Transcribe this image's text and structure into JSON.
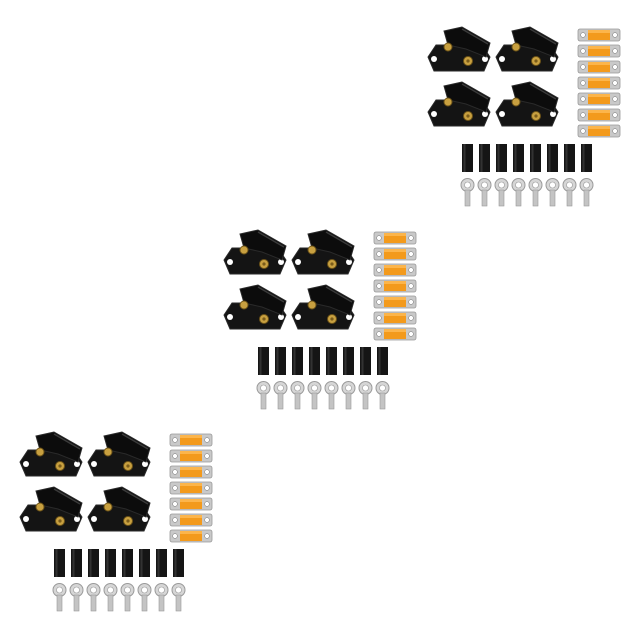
{
  "product_sets": [
    {
      "name": "set-top-right"
    },
    {
      "name": "set-middle"
    },
    {
      "name": "set-bottom-left"
    }
  ],
  "items_per_set": {
    "fuse_holders": 4,
    "strip_fuses": 7,
    "heat_shrink_tubes": 8,
    "ring_terminals": 8
  },
  "colors": {
    "background": "#ffffff",
    "holder_body": "#141414",
    "holder_edge": "#2a2a2a",
    "fuse_orange": "#f39a1c",
    "fuse_metal": "#c9c9c9",
    "brass_stud": "#c8a040",
    "tube": "#151515",
    "terminal_metal": "#d6d6d6"
  }
}
